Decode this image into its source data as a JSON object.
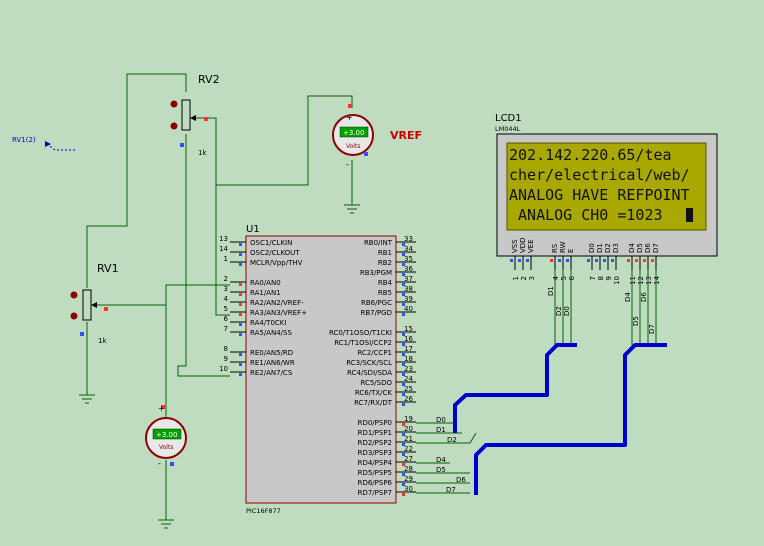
{
  "components": {
    "rv2": {
      "ref": "RV2",
      "value": "1k"
    },
    "rv1": {
      "ref": "RV1",
      "value": "1k"
    },
    "rv1_probe": "RV1(2)",
    "vref": {
      "name": "VREF",
      "reading": "+3.00",
      "unit": "Volts"
    },
    "volt2": {
      "reading": "+3.00",
      "unit": "Volts"
    },
    "u1": {
      "ref": "U1",
      "part": "PIC16F877"
    },
    "lcd": {
      "ref": "LCD1",
      "part": "LM044L"
    }
  },
  "lcd_lines": [
    "202.142.220.65/tea",
    "cher/electrical/web/",
    "ANALOG HAVE REFPOINT",
    " ANALOG CH0 =1023"
  ],
  "lcd_pins": [
    {
      "name": "VSS",
      "num": "1"
    },
    {
      "name": "VDD",
      "num": "2"
    },
    {
      "name": "VEE",
      "num": "3"
    },
    {
      "name": "RS",
      "num": "4"
    },
    {
      "name": "RW",
      "num": "5"
    },
    {
      "name": "E",
      "num": "6"
    },
    {
      "name": "D0",
      "num": "7"
    },
    {
      "name": "D1",
      "num": "8"
    },
    {
      "name": "D2",
      "num": "9"
    },
    {
      "name": "D3",
      "num": "10"
    },
    {
      "name": "D4",
      "num": "11"
    },
    {
      "name": "D5",
      "num": "12"
    },
    {
      "name": "D6",
      "num": "13"
    },
    {
      "name": "D7",
      "num": "14"
    }
  ],
  "left_pins": [
    {
      "num": "13",
      "name": "OSC1/CLKIN"
    },
    {
      "num": "14",
      "name": "OSC2/CLKOUT"
    },
    {
      "num": "1",
      "name": "MCLR/Vpp/THV"
    },
    {
      "num": "2",
      "name": "RA0/AN0"
    },
    {
      "num": "3",
      "name": "RA1/AN1"
    },
    {
      "num": "4",
      "name": "RA2/AN2/VREF-"
    },
    {
      "num": "5",
      "name": "RA3/AN3/VREF+"
    },
    {
      "num": "6",
      "name": "RA4/T0CKI"
    },
    {
      "num": "7",
      "name": "RA5/AN4/SS"
    },
    {
      "num": "8",
      "name": "RE0/AN5/RD"
    },
    {
      "num": "9",
      "name": "RE1/AN6/WR"
    },
    {
      "num": "10",
      "name": "RE2/AN7/CS"
    }
  ],
  "right_pins": [
    {
      "num": "33",
      "name": "RB0/INT"
    },
    {
      "num": "34",
      "name": "RB1"
    },
    {
      "num": "35",
      "name": "RB2"
    },
    {
      "num": "36",
      "name": "RB3/PGM"
    },
    {
      "num": "37",
      "name": "RB4"
    },
    {
      "num": "38",
      "name": "RB5"
    },
    {
      "num": "39",
      "name": "RB6/PGC"
    },
    {
      "num": "40",
      "name": "RB7/PGD"
    },
    {
      "num": "15",
      "name": "RC0/T1OSO/T1CKI"
    },
    {
      "num": "16",
      "name": "RC1/T1OSI/CCP2"
    },
    {
      "num": "17",
      "name": "RC2/CCP1"
    },
    {
      "num": "18",
      "name": "RC3/SCK/SCL"
    },
    {
      "num": "23",
      "name": "RC4/SDI/SDA"
    },
    {
      "num": "24",
      "name": "RC5/SDO"
    },
    {
      "num": "25",
      "name": "RC6/TX/CK"
    },
    {
      "num": "26",
      "name": "RC7/RX/DT"
    },
    {
      "num": "19",
      "name": "RD0/PSP0"
    },
    {
      "num": "20",
      "name": "RD1/PSP1"
    },
    {
      "num": "21",
      "name": "RD2/PSP2"
    },
    {
      "num": "22",
      "name": "RD3/PSP3"
    },
    {
      "num": "27",
      "name": "RD4/PSP4"
    },
    {
      "num": "28",
      "name": "RD5/PSP5"
    },
    {
      "num": "29",
      "name": "RD6/PSP6"
    },
    {
      "num": "30",
      "name": "RD7/PSP7"
    }
  ],
  "net_labels": {
    "mcu": [
      "D0",
      "D1",
      "D2",
      "D4",
      "D5",
      "D6",
      "D7"
    ],
    "lcd": [
      "D1",
      "D2",
      "D0",
      "D4",
      "D5",
      "D6",
      "D7"
    ]
  },
  "colors": {
    "background": "#c0dcc0",
    "wire": "#006400",
    "bus": "#0000cc",
    "component": "#8b0000",
    "ic_body": "#c8c8c8",
    "lcd_screen": "#a8a800"
  }
}
